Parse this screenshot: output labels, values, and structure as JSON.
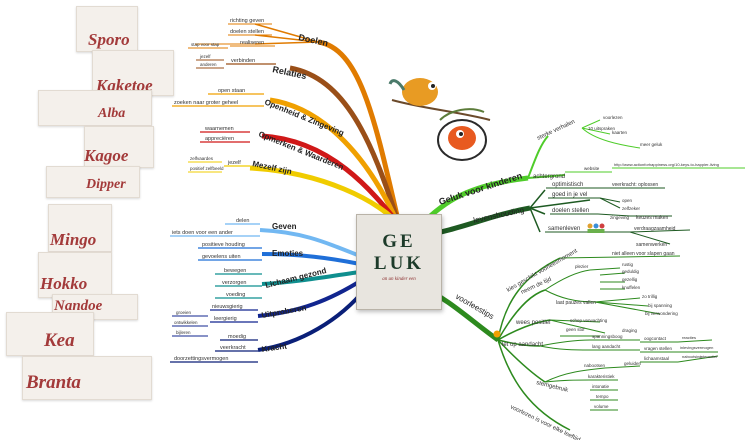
{
  "center": {
    "title_top": "GE",
    "title_bottom": "LUK",
    "subtitle": "an un kinder een"
  },
  "birds": [
    "Sporo",
    "Kaketoe",
    "Alba",
    "Kagoe",
    "Dipper",
    "Mingo",
    "Hokko",
    "Nandoe",
    "Kea",
    "Branta"
  ],
  "left_branches": [
    {
      "label": "Doelen",
      "color": "#e07b00",
      "children": [
        "richting geven",
        "doelen stellen",
        "realiseren",
        "stap voor stap"
      ]
    },
    {
      "label": "Relaties",
      "color": "#9a4f18",
      "children": [
        "verbinden",
        "jezelf",
        "anderen"
      ]
    },
    {
      "label": "Openheid & Zingeving",
      "color": "#f0a000",
      "children": [
        "open staan",
        "zoeken naar groter geheel"
      ]
    },
    {
      "label": "Opmerken & Waarderen",
      "color": "#d01818",
      "children": [
        "waarnemen",
        "appreciëren"
      ]
    },
    {
      "label": "Mezelf zijn",
      "color": "#f0cc00",
      "children": [
        "jezelf",
        "zelfvaardes",
        "positief zelfbeeld"
      ]
    },
    {
      "label": "Geven",
      "color": "#72b8f2",
      "children": [
        "delen",
        "iets doen voor een ander"
      ]
    },
    {
      "label": "Emoties",
      "color": "#1f6fd8",
      "children": [
        "positieve houding",
        "gevoelens uiten"
      ]
    },
    {
      "label": "Lichaam gezond",
      "color": "#0f8f8f",
      "children": [
        "bewegen",
        "verzorgen",
        "voeding"
      ]
    },
    {
      "label": "Uitproberen",
      "color": "#11258f",
      "children": [
        "nieuwsgierig",
        "leergierig",
        "groeien",
        "ontwikkelen",
        "bijleren"
      ]
    },
    {
      "label": "Kracht",
      "color": "#0a1f78",
      "children": [
        "moedig",
        "veerkracht",
        "doorzettingsvermogen"
      ]
    }
  ],
  "right_branches": {
    "geluk": {
      "label": "Geluk voor kinderen",
      "color": "#4fcc2a",
      "children": {
        "sterke_verhalen": "sterke verhalen",
        "voorlezen": "voorlezen",
        "n10_uitspraken": "10 uitspraken",
        "kaarten": "kaarten",
        "meer_geluk": "meer geluk",
        "achtergrond": "achtergrond",
        "website": "website",
        "url": "http://www.actionforhappiness.org/10-keys-to-happier-living"
      }
    },
    "levenshouding": {
      "label": "levenshouding",
      "color": "#1e5a22",
      "children": {
        "optimistisch": "optimistisch",
        "goed_in_je_vel": "goed in je vel",
        "veerkracht_oplossen": "veerkracht: oplossen",
        "open": "open",
        "zelfzeker": "zelfzeker",
        "doelen_stellen": "doelen stellen",
        "zingeving": "zingeving",
        "keuzes_maken": "keuzes maken",
        "samenleven": "samenleven",
        "verdraagzaamheid": "verdraagzaamheid",
        "samenwerken": "samenwerken"
      }
    },
    "voorleestips": {
      "label": "voorleestips",
      "color": "#2d8a1e",
      "children": {
        "geschikt": "kies geschikt voorleesmoment",
        "niet_alleen": "niet alleen voor slapen gaan",
        "neem_de_tijd": "neem de tijd",
        "plezier": "plezier",
        "rustig": "rustig",
        "geduldig": "geduldig",
        "gezellig": "gezellig",
        "knuffelen": "knuffelen",
        "laat_pauzes_vallen": "laat pauzes vallen",
        "zo_trillig": "zo trillig",
        "bij_spanning": "bij spanning",
        "bij_verwondering": "bij verwondering",
        "wees_positief": "wees positief",
        "schep_verwachting": "schep verwachting",
        "geen_stof": "geen stof",
        "draging": "draging",
        "let_op_aandacht": "let op aandacht",
        "spanningsboog": "spanningsboog",
        "lang_aandacht": "lang aandacht",
        "oogcontact": "oogcontact",
        "vragen_stellen": "vragen stellen",
        "reacties": "reacties",
        "inlevingsvermogen": "inlevingsvermogen",
        "lichaamstaal": "lichaamstaal",
        "nabootsing": "nabootsing",
        "interactief": "interactief",
        "stemgebruik": "stemgebruik",
        "nabootsen": "nabootsen",
        "geluiden": "geluiden",
        "karakteristiek": "karakteristiek",
        "intonatie": "intonatie",
        "tempo": "tempo",
        "volume": "volume",
        "voorlezen_leeftijd": "voorlezen is voor elke leeftijd"
      }
    }
  }
}
